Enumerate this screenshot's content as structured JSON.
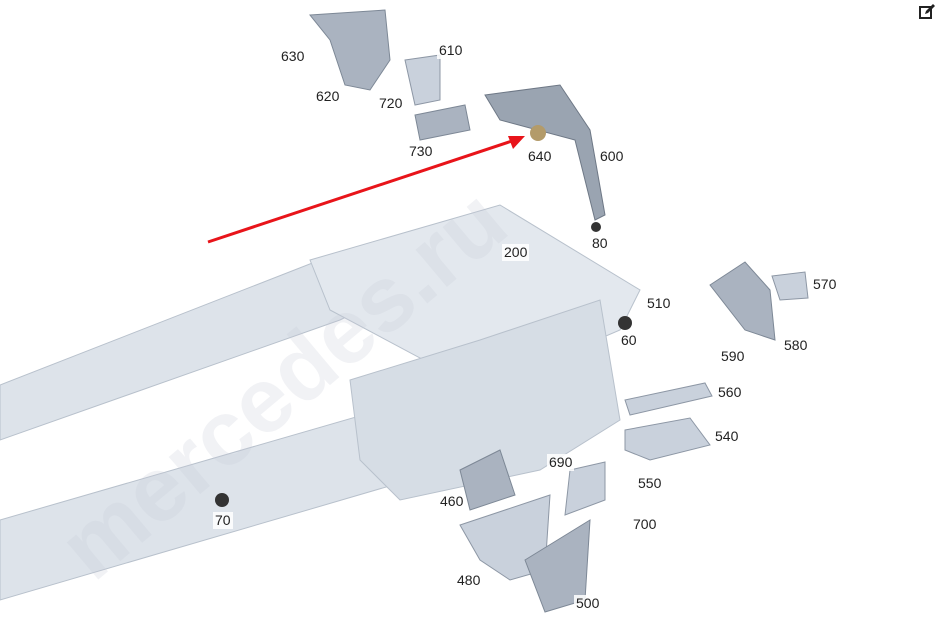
{
  "watermark": "mercedes.ru",
  "colors": {
    "part": "#c9d1dc",
    "part_dark": "#8d97a5",
    "arrow": "#e8141a",
    "highlight": "#b39b6a"
  },
  "labels": [
    "630",
    "610",
    "620",
    "720",
    "730",
    "640",
    "600",
    "80",
    "200",
    "570",
    "510",
    "60",
    "590",
    "580",
    "560",
    "540",
    "550",
    "690",
    "460",
    "700",
    "70",
    "480",
    "500"
  ],
  "toolbar": {
    "edit_icon": "edit-icon"
  }
}
